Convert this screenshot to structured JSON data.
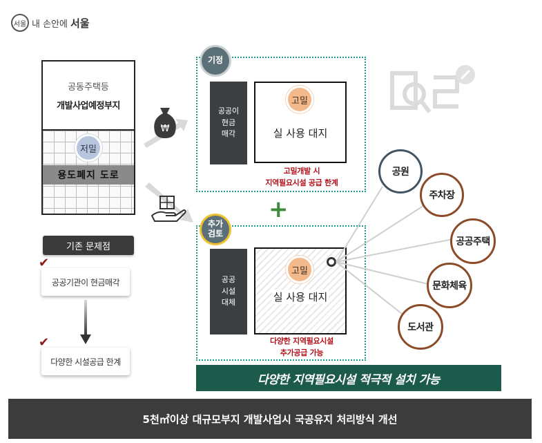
{
  "header": {
    "logo_mark": "서울",
    "logo_prefix": "내 손안에",
    "logo_city": "서울"
  },
  "site": {
    "line1": "공동주택등",
    "line2": "개발사업예정부지",
    "badge_low": "저밀",
    "road_label": "용도폐지 도로"
  },
  "problems": {
    "heading": "기존 문제점",
    "items": [
      "공공기관이 현금매각",
      "다양한 시설공급 한계"
    ]
  },
  "existing": {
    "tag": "기정",
    "column_label": "공공이\n현금\n매각",
    "badge_high": "고밀",
    "lot_label": "실 사용 대지",
    "note_line1": "고밀개발 시",
    "note_line2": "지역필요시설 공급 한계"
  },
  "review": {
    "tag_line1": "추가",
    "tag_line2": "검토",
    "column_label": "공공\n시설\n대체",
    "badge_high": "고밀",
    "lot_label": "실 사용 대지",
    "note_line1": "다양한 지역필요시설",
    "note_line2": "추가공급 가능"
  },
  "facilities": [
    "공원",
    "주차장",
    "공공주택",
    "문화체육",
    "도서관"
  ],
  "money_symbol": "₩",
  "slogan": "다양한 지역필요시설 적극적 설치 가능",
  "footer": "5천㎡이상 대규모부지 개발사업시 국공유지 처리방식 개선",
  "colors": {
    "teal_frame": "#1f9a8a",
    "slogan_bg": "#1c5a4b",
    "note_red": "#b3121b",
    "facility_brown": "#8b4b27",
    "facility_park": "#415463",
    "badge_low": "#b7c6dc",
    "badge_high": "#f4b98b"
  }
}
